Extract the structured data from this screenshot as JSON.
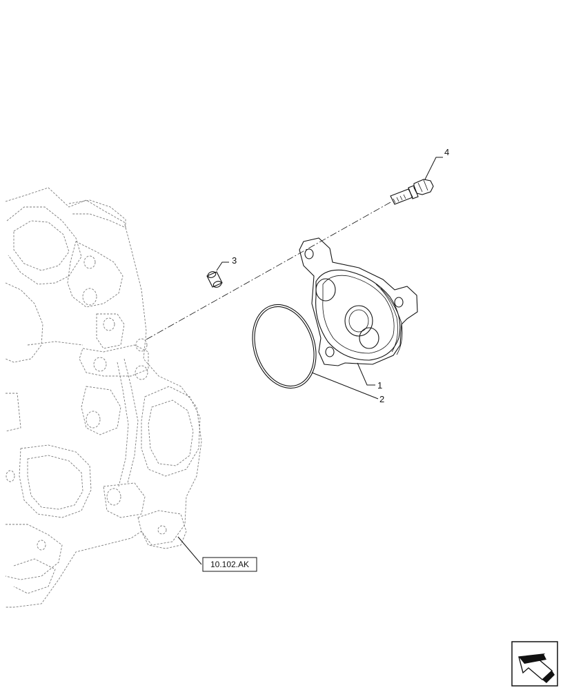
{
  "callouts": {
    "item1": "1",
    "item2": "2",
    "item3": "3",
    "item4": "4"
  },
  "reference": {
    "label": "10.102.AK"
  },
  "nav": {
    "icon": "page-navigation-arrow-icon"
  }
}
